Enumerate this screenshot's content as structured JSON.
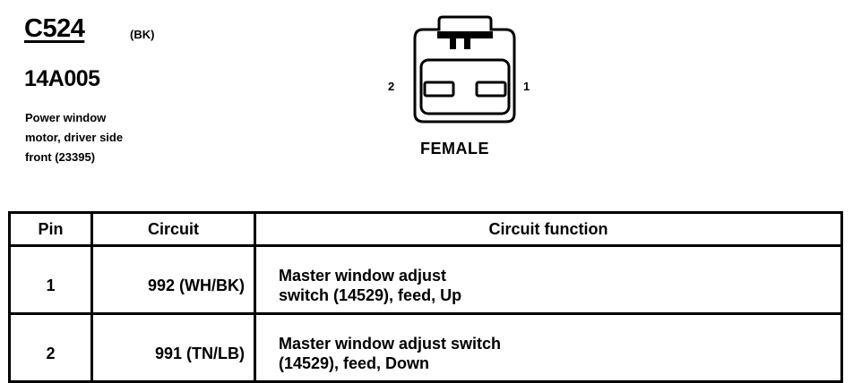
{
  "connector": {
    "id": "C524",
    "color_code": "(BK)",
    "part_number": "14A005",
    "description_lines": [
      "Power window",
      "motor, driver side",
      "front (23395)"
    ]
  },
  "diagram": {
    "pin_left": "2",
    "pin_right": "1",
    "gender": "FEMALE"
  },
  "table": {
    "headers": {
      "pin": "Pin",
      "circuit": "Circuit",
      "function": "Circuit function"
    },
    "rows": [
      {
        "pin": "1",
        "circuit": "992 (WH/BK)",
        "function_lines": [
          "Master window adjust",
          "switch (14529), feed, Up"
        ]
      },
      {
        "pin": "2",
        "circuit": "991 (TN/LB)",
        "function_lines": [
          "Master window adjust switch",
          "(14529), feed, Down"
        ]
      }
    ]
  }
}
